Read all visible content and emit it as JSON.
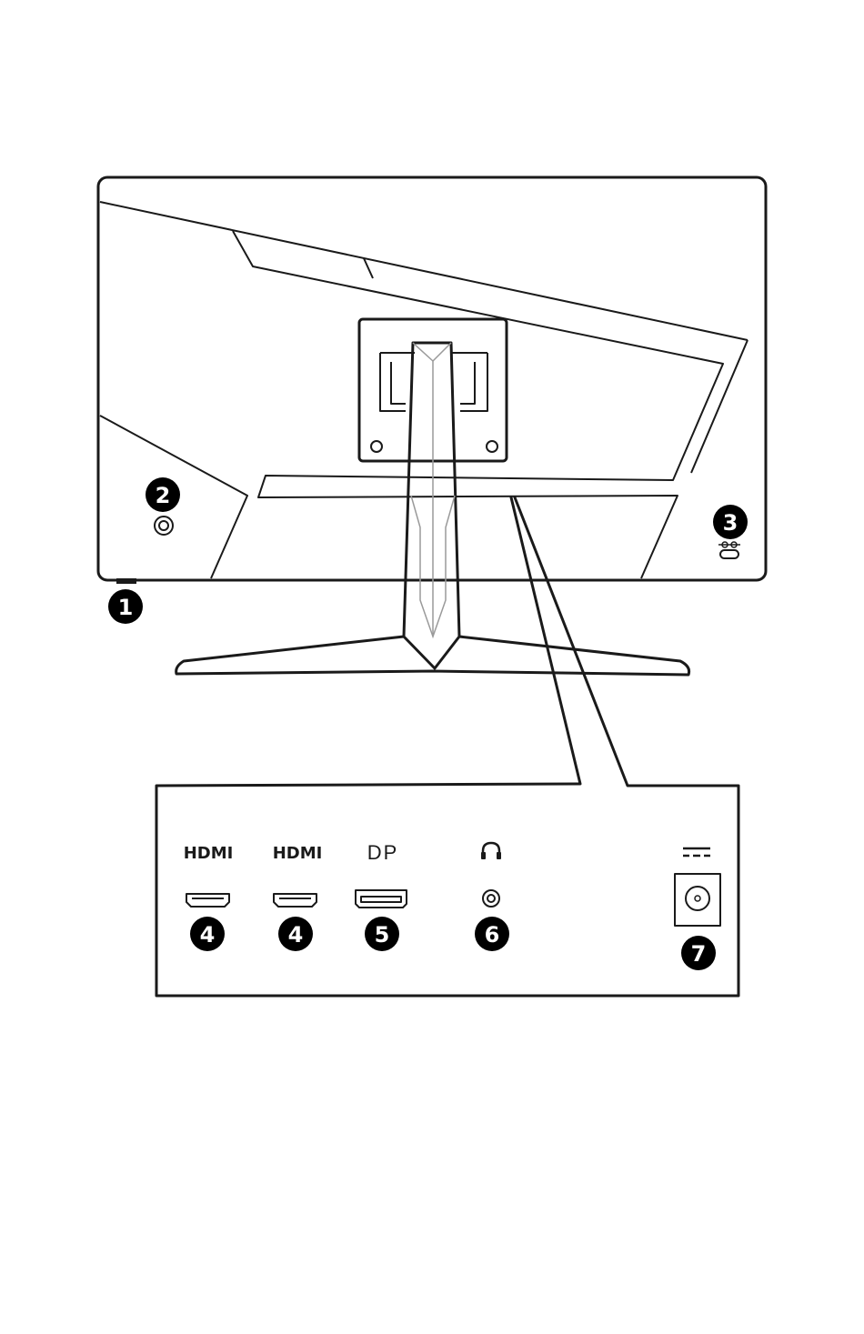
{
  "callouts": {
    "c1": "1",
    "c2": "2",
    "c3": "3",
    "c4a": "4",
    "c4b": "4",
    "c5": "5",
    "c6": "6",
    "c7": "7"
  },
  "port_labels": {
    "hdmi_1": "HDMI",
    "hdmi_2": "HDMI",
    "dp": "DP"
  },
  "icons": {
    "headphone": "headphone-icon",
    "dc_power": "dc-power-icon",
    "kensington": "kensington-lock-icon"
  },
  "colors": {
    "line": "#1a1a1a",
    "background": "#ffffff",
    "badge": "#000000"
  }
}
